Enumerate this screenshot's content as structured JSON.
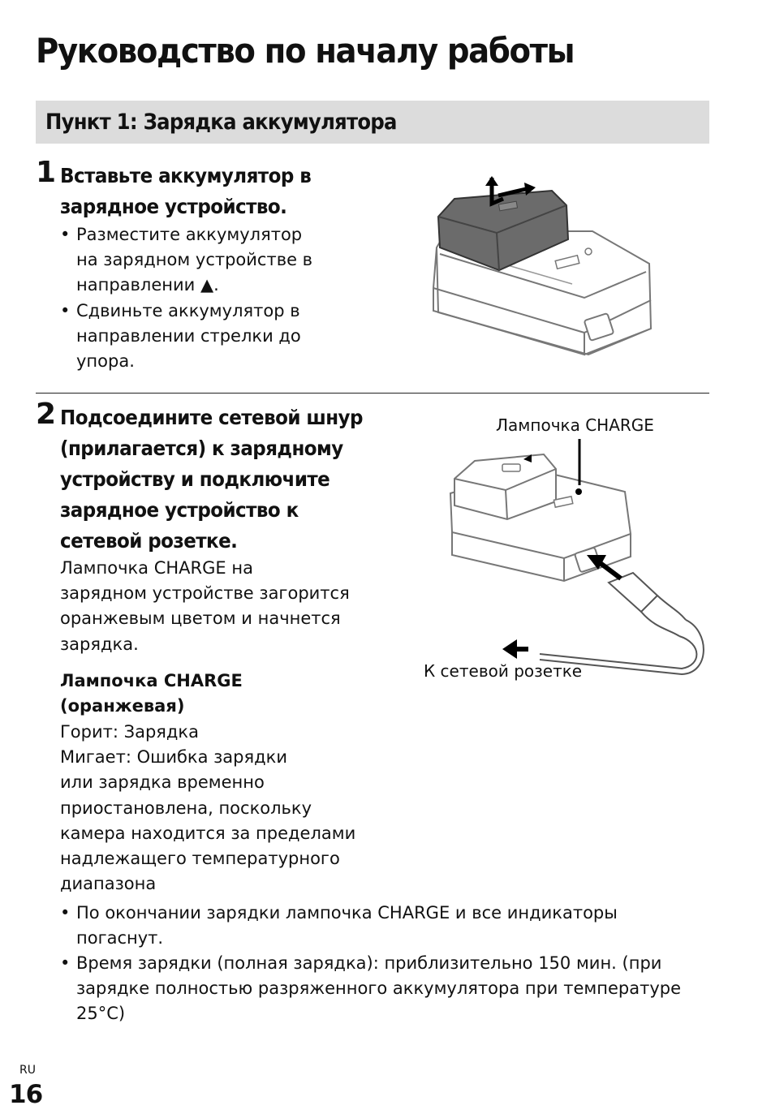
{
  "page": {
    "title": "Руководство по началу работы",
    "section": "Пункт 1: Зарядка аккумулятора"
  },
  "step1": {
    "number": "1",
    "heading": [
      "Вставьте аккумулятор в",
      "зарядное устройство."
    ],
    "bullets": [
      [
        "Разместите аккумулятор",
        "на зарядном устройстве в",
        "направлении ▲."
      ],
      [
        "Сдвиньте аккумулятор в",
        "направлении стрелки до",
        "упора."
      ]
    ]
  },
  "step2": {
    "number": "2",
    "heading": [
      "Подсоедините сетевой шнур",
      "(прилагается) к зарядному",
      "устройству и подключите",
      "зарядное устройство к",
      "сетевой розетке."
    ],
    "paragraph": [
      "Лампочка CHARGE на",
      "зарядном устройстве загорится",
      "оранжевым цветом и начнется",
      "зарядка."
    ],
    "lamp_title": [
      "Лампочка CHARGE",
      "(оранжевая)"
    ],
    "lamp_desc": [
      "Горит: Зарядка",
      "Мигает: Ошибка зарядки",
      "или зарядка временно",
      "приостановлена, поскольку",
      "камера находится за пределами",
      "надлежащего температурного",
      "диапазона"
    ],
    "bullets": [
      [
        "По окончании зарядки лампочка CHARGE и все индикаторы",
        "погаснут."
      ],
      [
        "Время зарядки (полная зарядка): приблизительно 150 мин. (при",
        "зарядке полностью разряженного аккумулятора при температуре",
        "25°C)"
      ]
    ],
    "figure_labels": {
      "charge_lamp": "Лампочка CHARGE",
      "to_outlet": "К сетевой розетке"
    }
  },
  "footer": {
    "language": "RU",
    "page_number": "16"
  }
}
